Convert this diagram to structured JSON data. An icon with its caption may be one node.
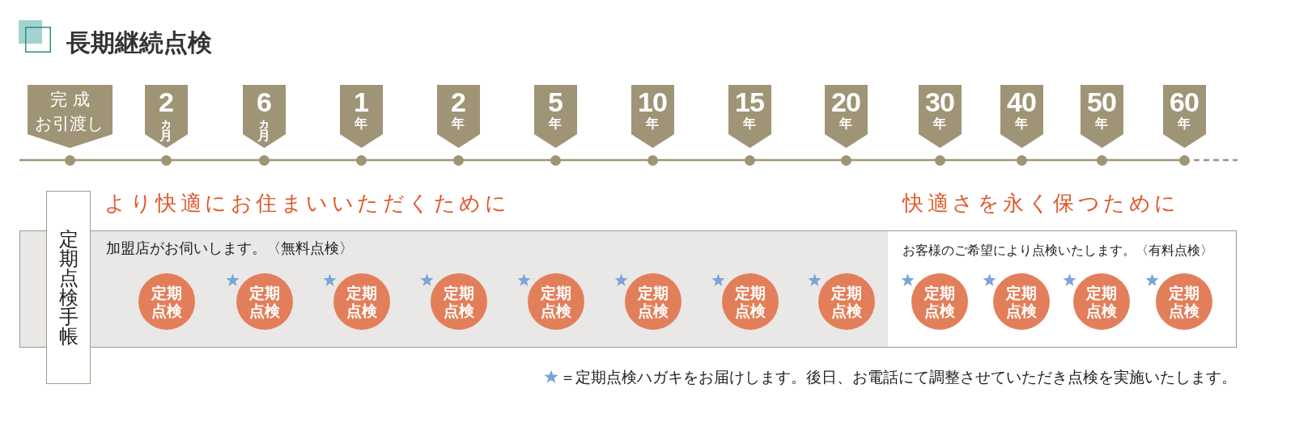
{
  "diagram": {
    "title": "長期継続点検",
    "nodes": [
      {
        "text": [
          "完成",
          "お引渡し"
        ]
      },
      {
        "text": [
          "2",
          "ヵ月"
        ]
      },
      {
        "text": [
          "6",
          "ヵ月"
        ]
      },
      {
        "text": [
          "1",
          "年"
        ]
      },
      {
        "text": [
          "2",
          "年"
        ]
      },
      {
        "text": [
          "5",
          "年"
        ]
      },
      {
        "text": [
          "10",
          "年"
        ]
      },
      {
        "text": [
          "15",
          "年"
        ]
      },
      {
        "text": [
          "20",
          "年"
        ]
      },
      {
        "text": [
          "30",
          "年"
        ]
      },
      {
        "text": [
          "40",
          "年"
        ]
      },
      {
        "text": [
          "50",
          "年"
        ]
      },
      {
        "text": [
          "60",
          "年"
        ]
      },
      {
        "text": [
          "定期点検手帳"
        ]
      },
      {
        "text": [
          "より快適にお住まいいただくために",
          "加盟店がお伺いします。〈無料点検〉"
        ]
      },
      {
        "text": [
          "定期点検"
        ],
        "in": 14
      },
      {
        "text": [
          "定期点検"
        ],
        "in": 14
      },
      {
        "text": [
          "定期点検"
        ],
        "in": 14
      },
      {
        "text": [
          "定期点検"
        ],
        "in": 14
      },
      {
        "text": [
          "定期点検"
        ],
        "in": 14
      },
      {
        "text": [
          "定期点検"
        ],
        "in": 14
      },
      {
        "text": [
          "定期点検"
        ],
        "in": 14
      },
      {
        "text": [
          "定期点検"
        ],
        "in": 14
      },
      {
        "text": [
          "快適さを永く保つために",
          "お客様のご希望により点検いたします。〈有料点検〉"
        ]
      },
      {
        "text": [
          "定期点検"
        ],
        "in": 23
      },
      {
        "text": [
          "定期点検"
        ],
        "in": 23
      },
      {
        "text": [
          "定期点検"
        ],
        "in": 23
      },
      {
        "text": [
          "定期点検"
        ],
        "in": 23
      }
    ],
    "legend": [
      {
        "text": "＝定期点検ハガキをお届けします。後日、お電話にて調整させていただき点検を実施いたします。"
      }
    ]
  }
}
